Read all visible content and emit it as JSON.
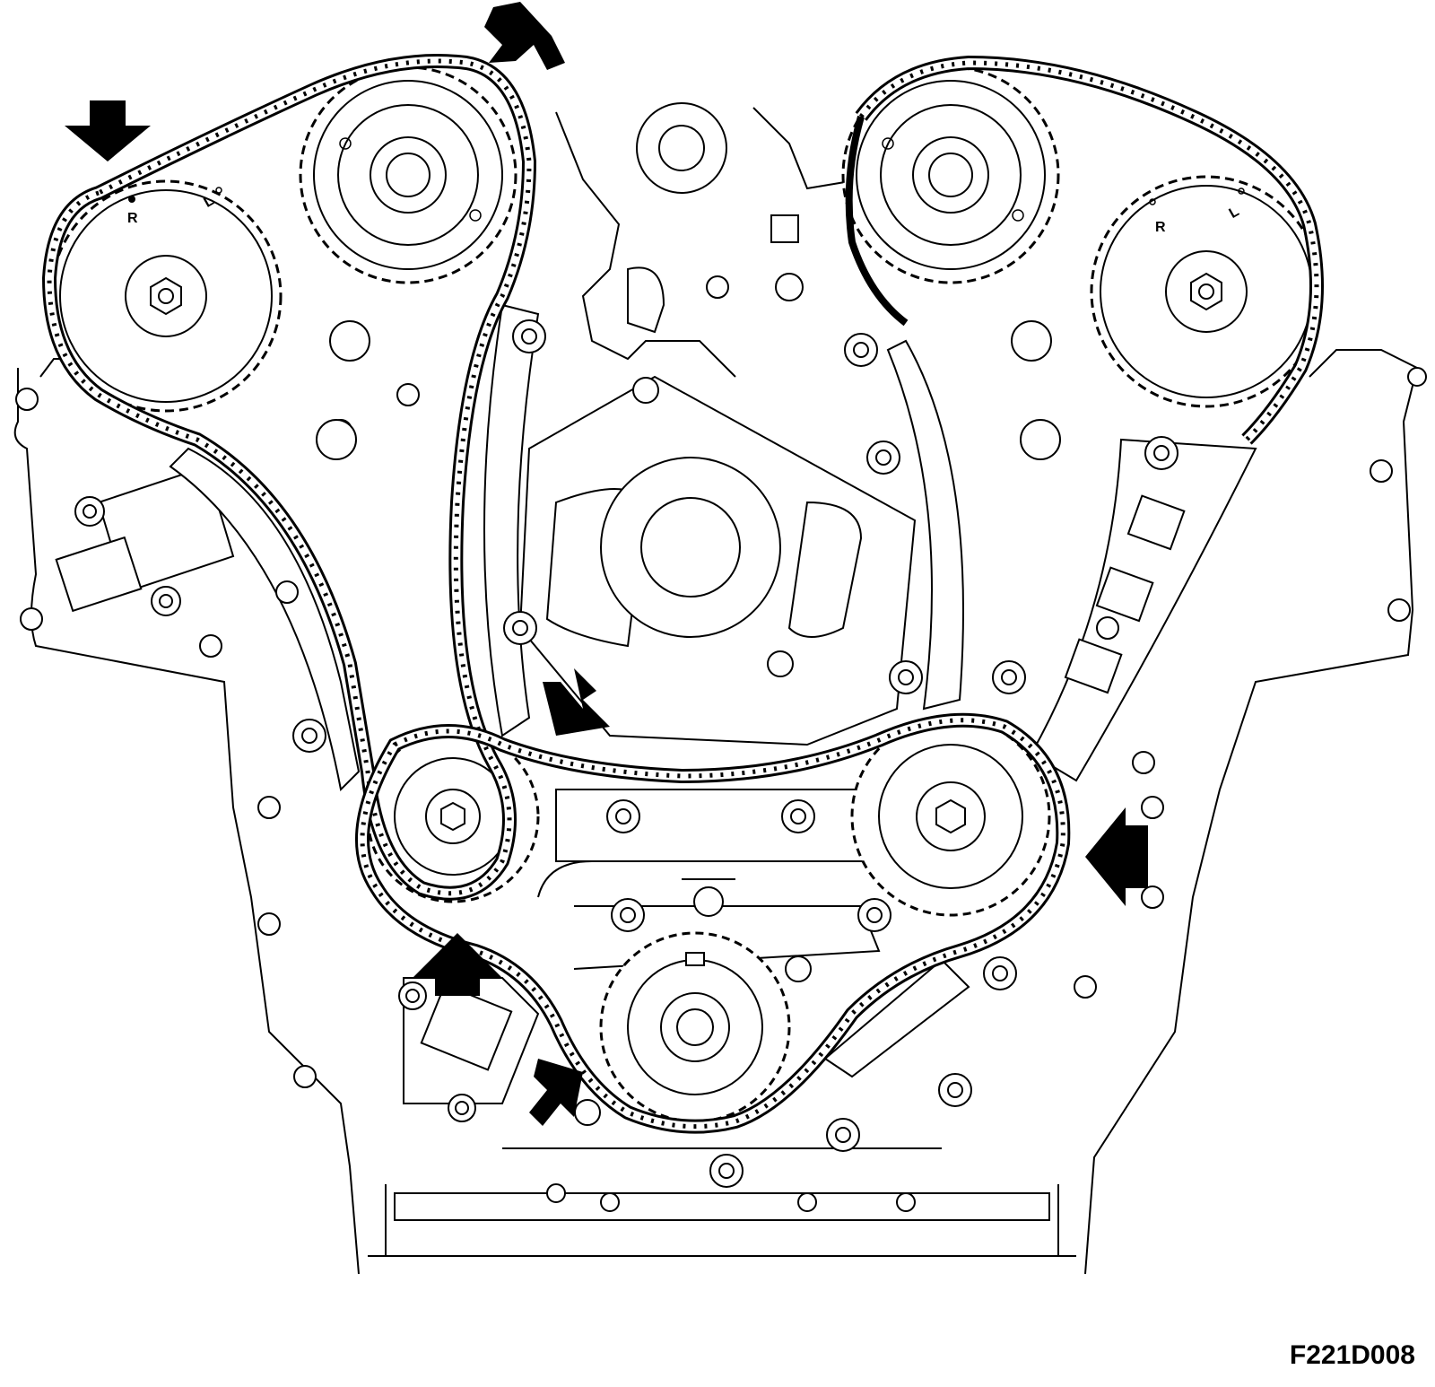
{
  "figure_code": "F221D008",
  "sprocket_marks": {
    "left_r": "R",
    "left_l": "L",
    "right_r": "R",
    "right_l": "L"
  },
  "colors": {
    "line": "#000000",
    "background": "#ffffff"
  }
}
